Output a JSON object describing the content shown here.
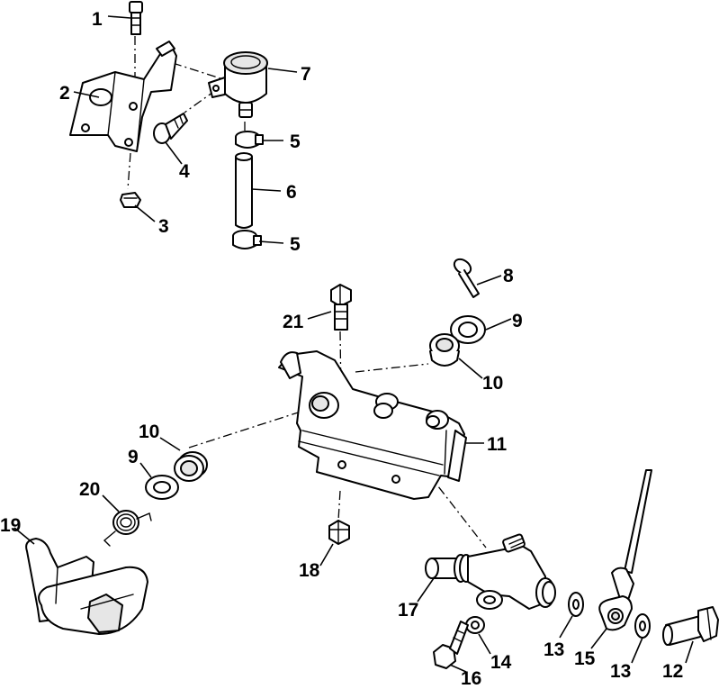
{
  "callouts": {
    "c1": "1",
    "c2": "2",
    "c3": "3",
    "c4": "4",
    "c5a": "5",
    "c5b": "5",
    "c6": "6",
    "c7": "7",
    "c8": "8",
    "c9a": "9",
    "c9b": "9",
    "c10a": "10",
    "c10b": "10",
    "c11": "11",
    "c12": "12",
    "c13a": "13",
    "c13b": "13",
    "c14": "14",
    "c15": "15",
    "c16": "16",
    "c17": "17",
    "c18": "18",
    "c19": "19",
    "c20": "20",
    "c21": "21"
  }
}
